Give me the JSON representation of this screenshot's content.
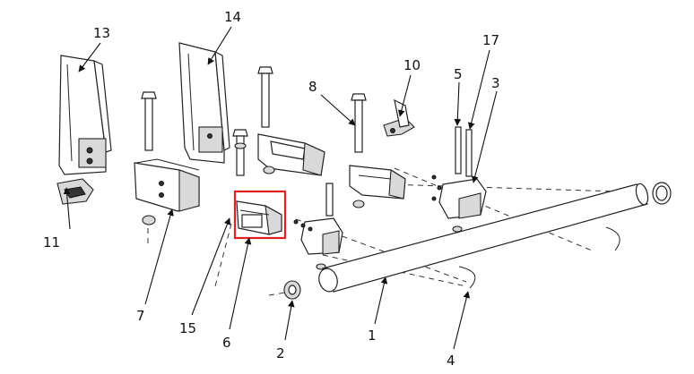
{
  "callouts": {
    "c1": "1",
    "c2": "2",
    "c3": "3",
    "c4": "4",
    "c5": "5",
    "c6": "6",
    "c7": "7",
    "c8": "8",
    "c10": "10",
    "c11": "11",
    "c13": "13",
    "c14": "14",
    "c15": "15",
    "c17": "17"
  },
  "colors": {
    "highlight": "#e02020",
    "line": "#222222",
    "shade": "#d9d9d9"
  }
}
